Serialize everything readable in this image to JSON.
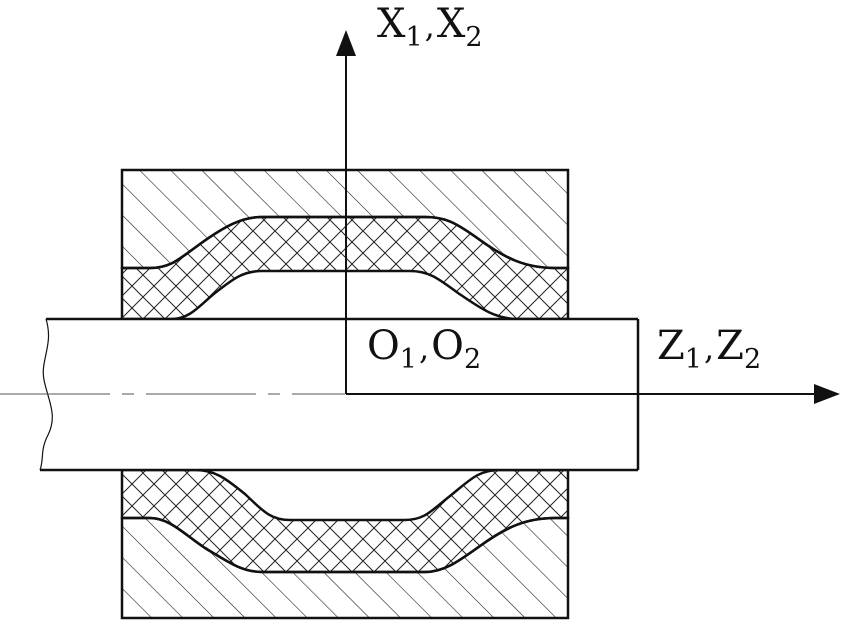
{
  "labels": {
    "x_axis": {
      "a": "X",
      "a_sub": "1",
      "sep": ",",
      "b": "X",
      "b_sub": "2"
    },
    "origin": {
      "a": "O",
      "a_sub": "1",
      "sep": ",",
      "b": "O",
      "b_sub": "2"
    },
    "z_axis": {
      "a": "Z",
      "a_sub": "1",
      "sep": ",",
      "b": "Z",
      "b_sub": "2"
    }
  },
  "colors": {
    "line": "#111111",
    "hatch": "#222222",
    "background": "#ffffff"
  }
}
